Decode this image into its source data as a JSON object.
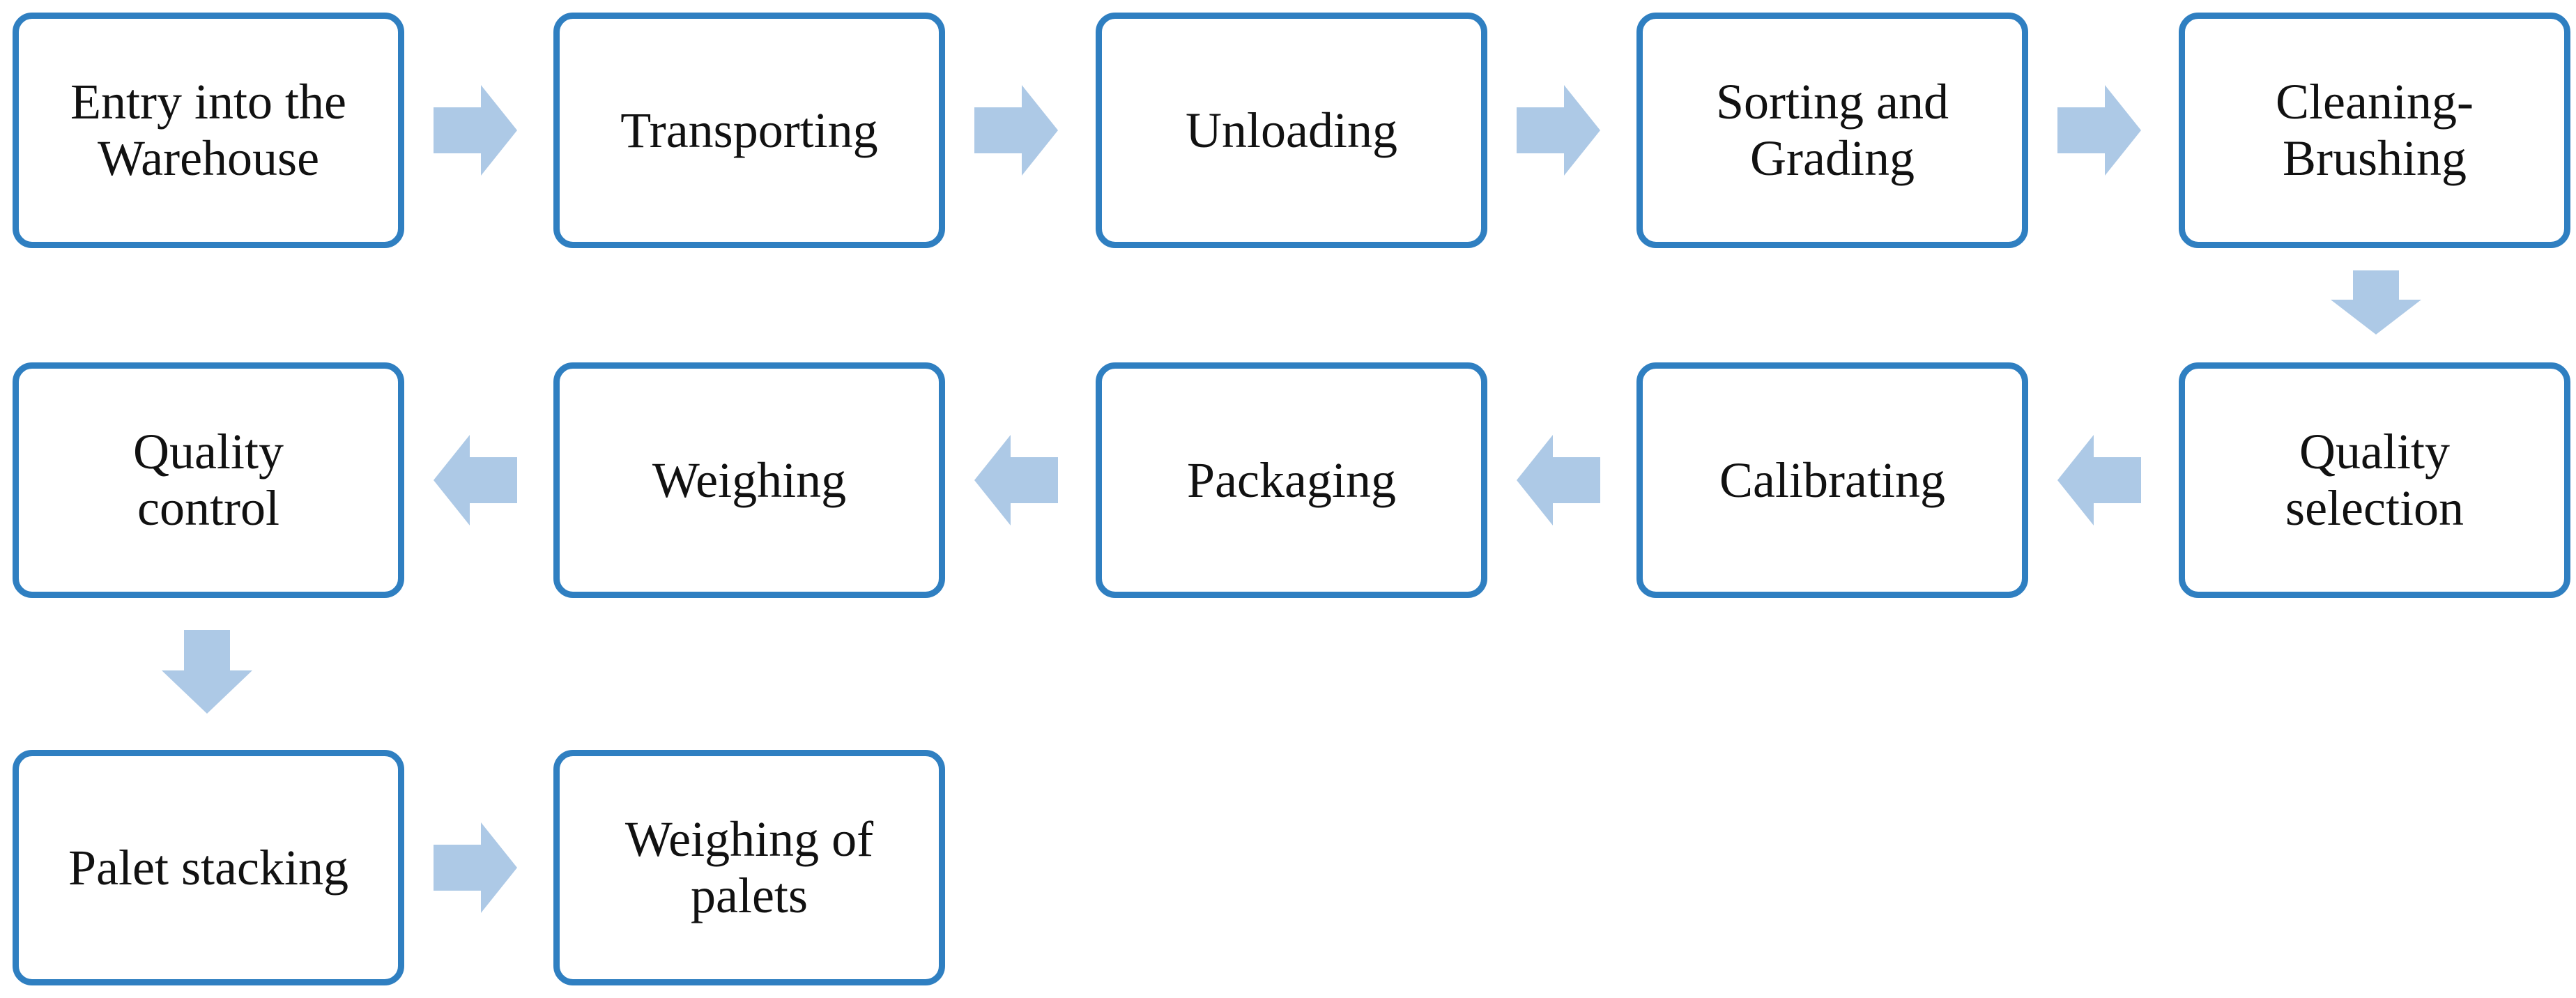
{
  "steps": [
    {
      "label": "Entry into the\nWarehouse"
    },
    {
      "label": "Transporting"
    },
    {
      "label": "Unloading"
    },
    {
      "label": "Sorting and\nGrading"
    },
    {
      "label": "Cleaning-\nBrushing"
    },
    {
      "label": "Quality\nselection"
    },
    {
      "label": "Calibrating"
    },
    {
      "label": "Packaging"
    },
    {
      "label": "Weighing"
    },
    {
      "label": "Quality\ncontrol"
    },
    {
      "label": "Palet stacking"
    },
    {
      "label": "Weighing of\npalets"
    }
  ],
  "colors": {
    "box_border": "#2f7fc1",
    "arrow_fill": "#adc9e6",
    "text": "#111111",
    "background": "#ffffff"
  }
}
